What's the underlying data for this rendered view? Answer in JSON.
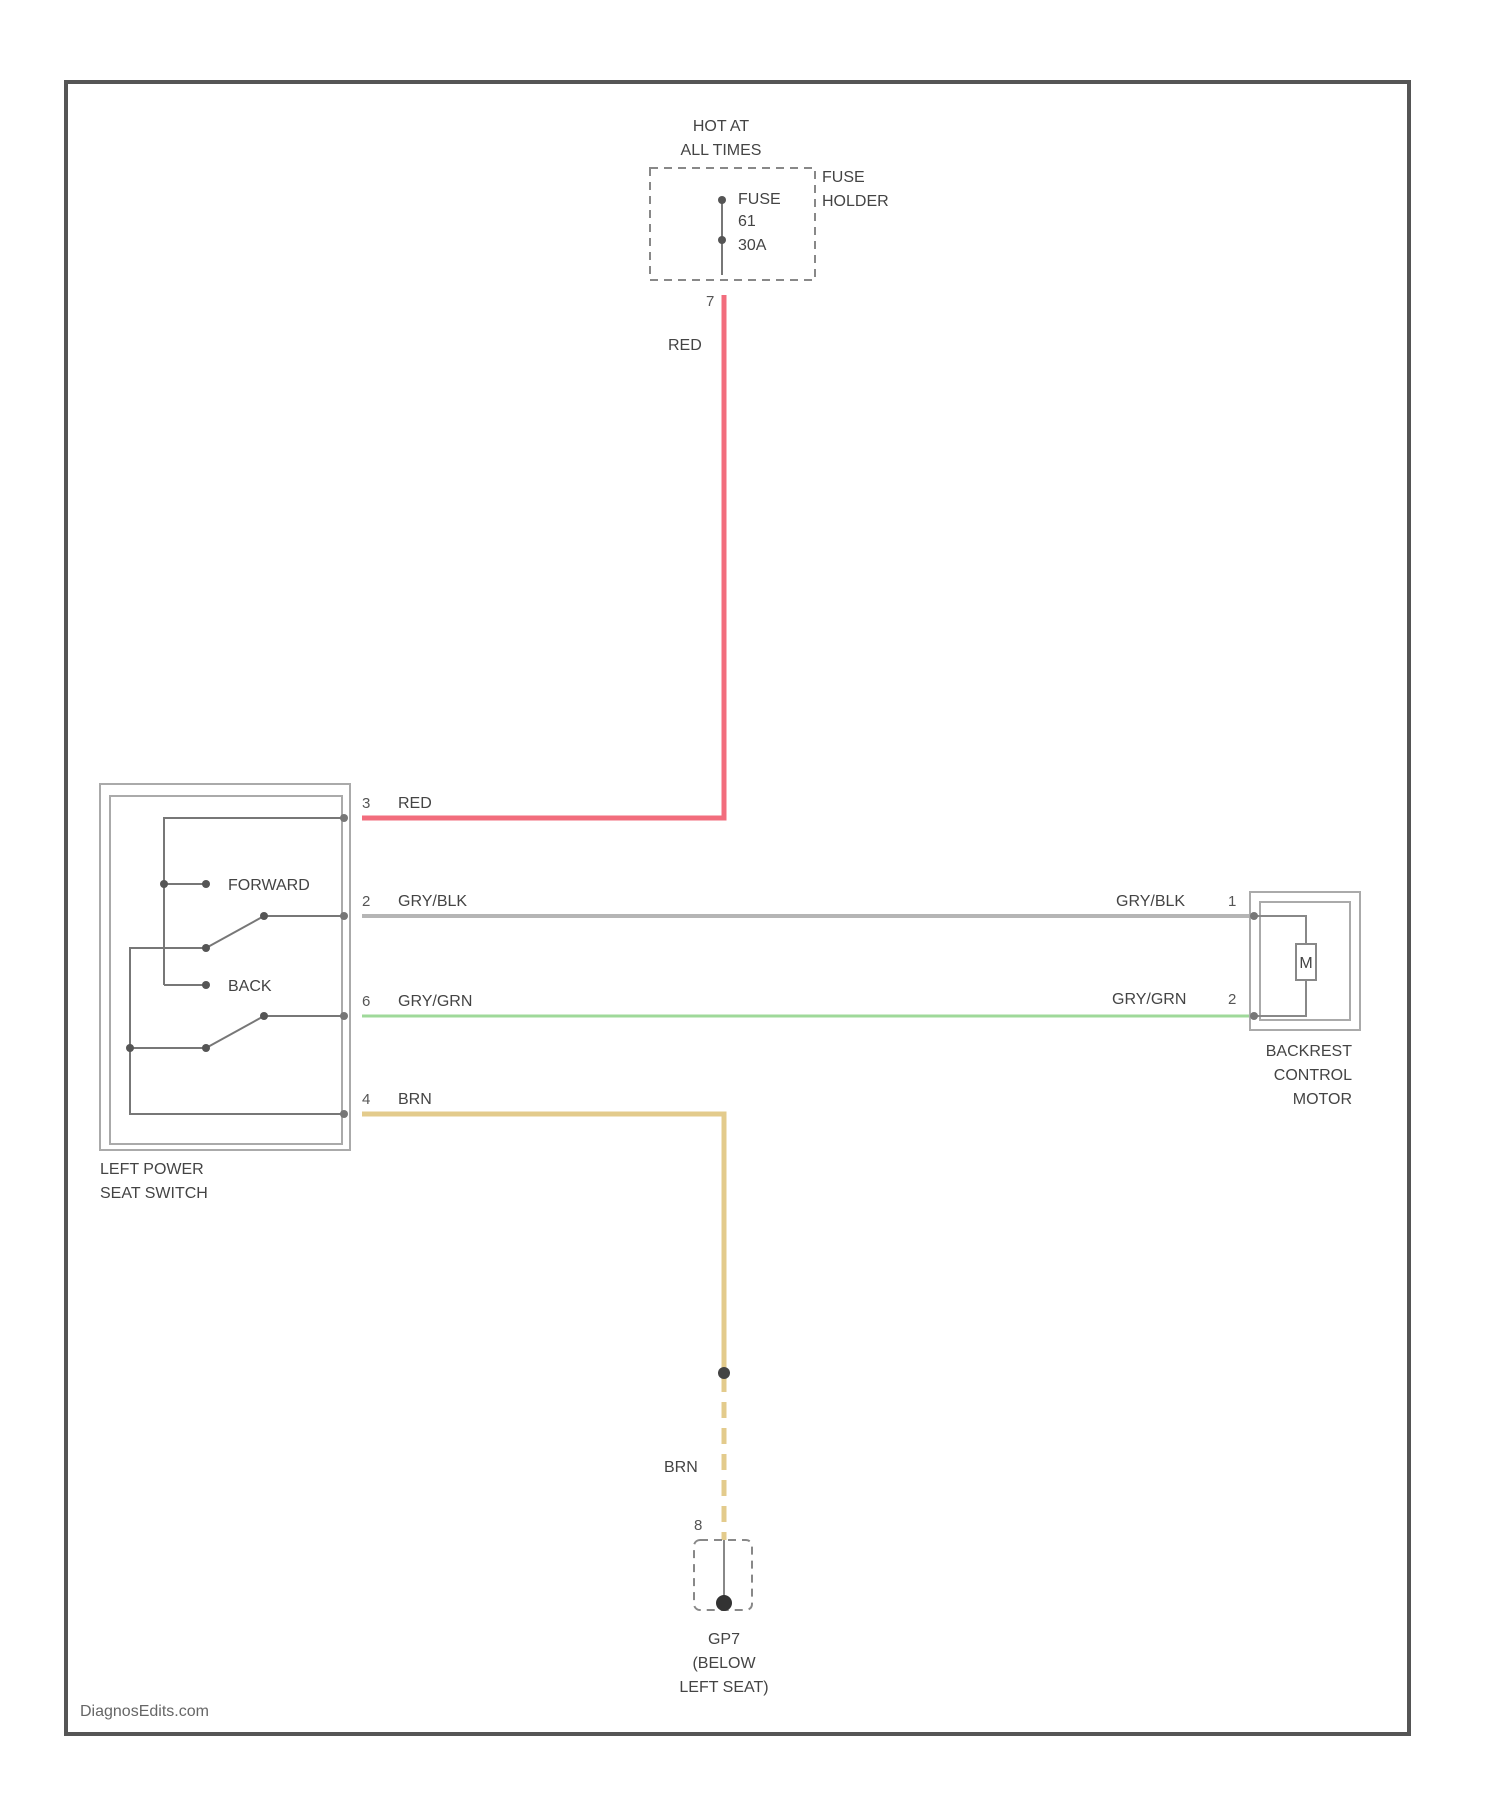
{
  "fuse": {
    "supply_line1": "HOT AT",
    "supply_line2": "ALL TIMES",
    "label_line1": "FUSE",
    "label_line2": "61",
    "label_line3": "30A",
    "holder_line1": "FUSE",
    "holder_line2": "HOLDER",
    "pin": "7"
  },
  "wires": {
    "red_vertical": "RED",
    "red_switch": "RED",
    "gry_blk_left": "GRY/BLK",
    "gry_blk_right": "GRY/BLK",
    "gry_grn_left": "GRY/GRN",
    "gry_grn_right": "GRY/GRN",
    "brn_switch": "BRN",
    "brn_ground": "BRN",
    "red_color": "#f26d7d",
    "gry_blk_color": "#b5b5b5",
    "gry_grn_color": "#9fd99a",
    "brn_color": "#e3cb8c"
  },
  "switch": {
    "forward": "FORWARD",
    "back": "BACK",
    "name_line1": "LEFT POWER",
    "name_line2": "SEAT SWITCH",
    "pins": [
      "3",
      "2",
      "6",
      "4"
    ]
  },
  "motor": {
    "symbol": "M",
    "name_line1": "BACKREST",
    "name_line2": "CONTROL",
    "name_line3": "MOTOR",
    "pins": [
      "1",
      "2"
    ]
  },
  "ground": {
    "pin": "8",
    "name_line1": "GP7",
    "name_line2": "(BELOW",
    "name_line3": "LEFT SEAT)"
  },
  "watermark": "DiagnosEdits.com"
}
